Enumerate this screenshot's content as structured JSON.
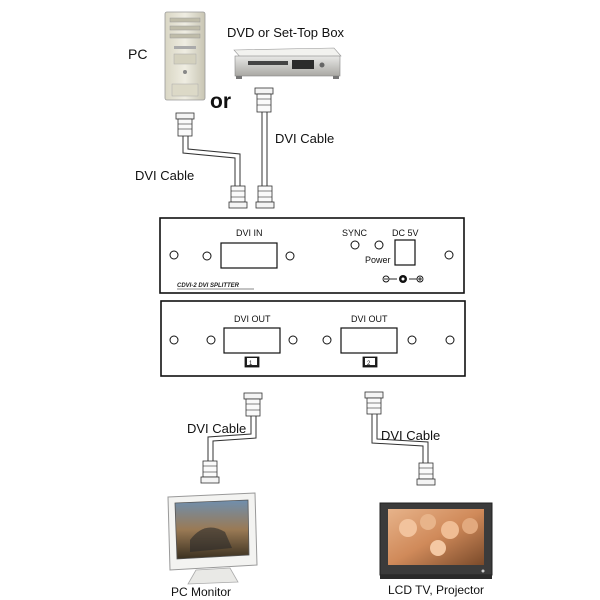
{
  "labels": {
    "pc": "PC",
    "dvd": "DVD or Set-Top Box",
    "or": "or",
    "dvi_cable_top_right": "DVI Cable",
    "dvi_cable_top_left": "DVI Cable",
    "dvi_cable_bottom_left": "DVI Cable",
    "dvi_cable_bottom_right": "DVI Cable",
    "pc_monitor": "PC Monitor",
    "lcd_tv": "LCD TV, Projector"
  },
  "input_panel": {
    "dvi_in": "DVI IN",
    "sync": "SYNC",
    "dc": "DC 5V",
    "power": "Power",
    "model": "CDVI-2 DVI SPLITTER"
  },
  "output_panel": {
    "dvi_out_1": "DVI OUT",
    "dvi_out_2": "DVI OUT",
    "port_1": "1",
    "port_2": "2"
  }
}
